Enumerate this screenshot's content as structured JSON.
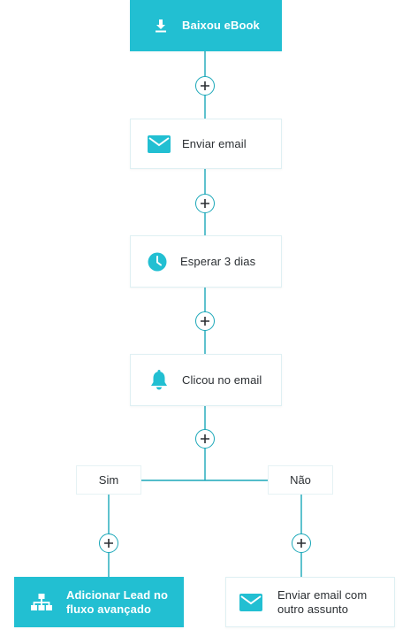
{
  "colors": {
    "accent": "#22bfd2",
    "line": "#1aa7b8",
    "node_border": "#dff0f3",
    "text": "#2b2f33"
  },
  "flow": {
    "trigger": {
      "label": "Baixou eBook",
      "icon": "download-icon"
    },
    "step_email": {
      "label": "Enviar email",
      "icon": "envelope-icon"
    },
    "step_wait": {
      "label": "Esperar 3 dias",
      "icon": "clock-icon"
    },
    "step_condition": {
      "label": "Clicou no email",
      "icon": "bell-icon"
    },
    "branch_yes": {
      "label": "Sim"
    },
    "branch_no": {
      "label": "Não"
    },
    "action_yes": {
      "label": "Adicionar Lead no fluxo avançado",
      "icon": "sitemap-icon"
    },
    "action_no": {
      "label": "Enviar email com outro assunto",
      "icon": "envelope-icon"
    },
    "add_step_icon": "plus-icon"
  }
}
